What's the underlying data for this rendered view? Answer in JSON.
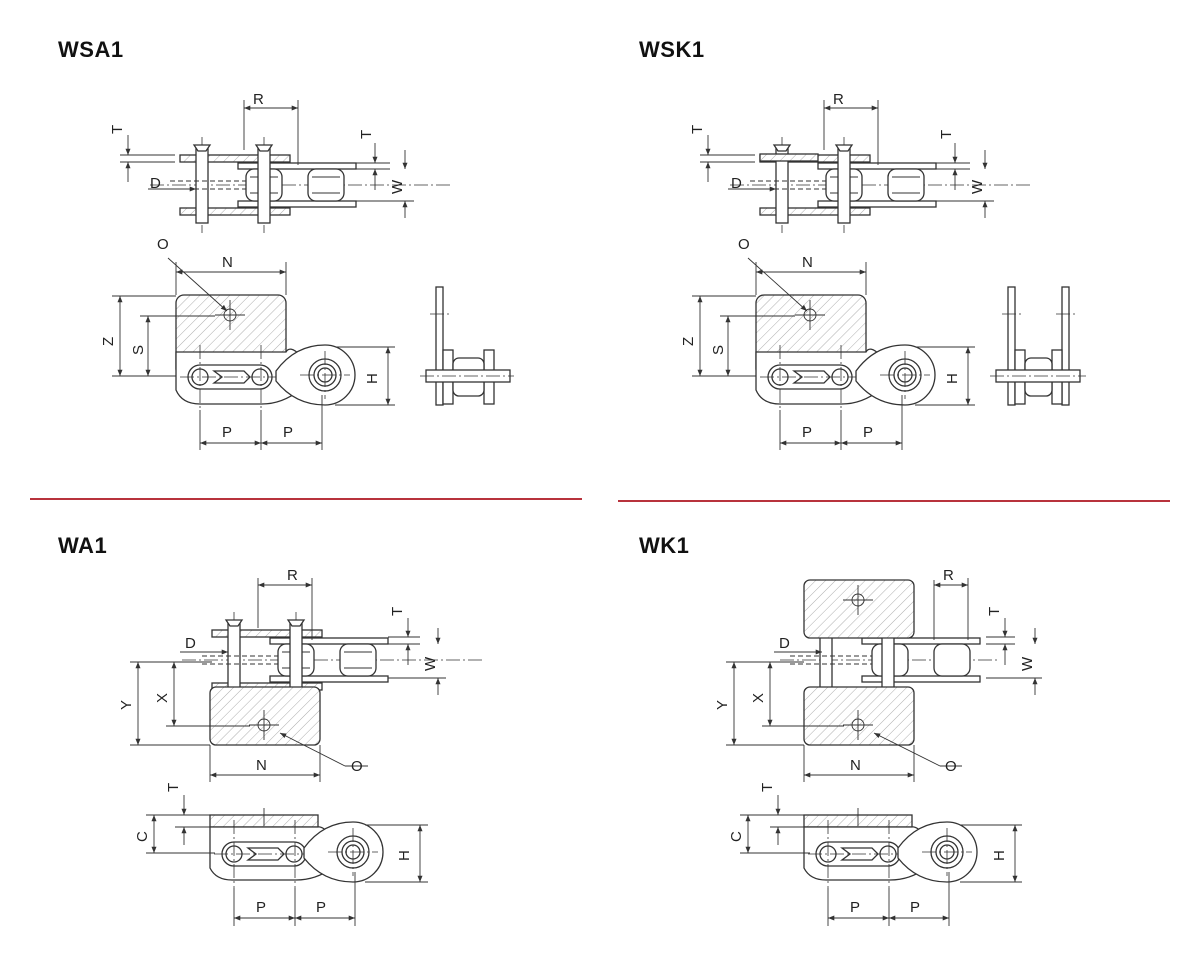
{
  "panels": [
    {
      "id": "wsa1",
      "title": "WSA1"
    },
    {
      "id": "wsk1",
      "title": "WSK1"
    },
    {
      "id": "wa1",
      "title": "WA1"
    },
    {
      "id": "wk1",
      "title": "WK1"
    }
  ],
  "labels": {
    "T": "T",
    "R": "R",
    "D": "D",
    "W": "W",
    "O": "O",
    "N": "N",
    "Z": "Z",
    "S": "S",
    "H": "H",
    "P": "P",
    "Y": "Y",
    "X": "X",
    "C": "C"
  },
  "colors": {
    "divider": "#b8323c",
    "line": "#333333"
  }
}
